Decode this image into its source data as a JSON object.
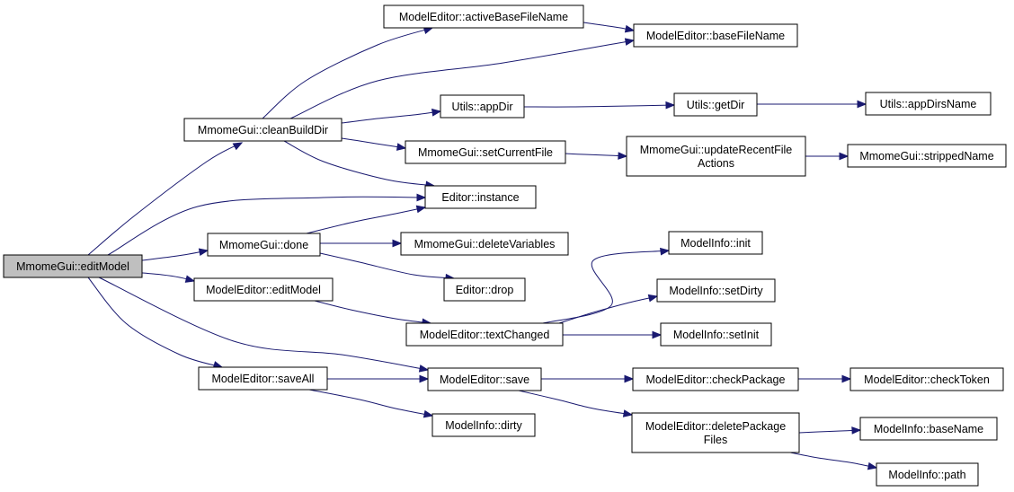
{
  "graph": {
    "nodes": [
      {
        "id": "editModelGui",
        "lines": [
          "MmomeGui::editModel"
        ],
        "root": true
      },
      {
        "id": "cleanBuildDir",
        "lines": [
          "MmomeGui::cleanBuildDir"
        ]
      },
      {
        "id": "done",
        "lines": [
          "MmomeGui::done"
        ]
      },
      {
        "id": "meEditModel",
        "lines": [
          "ModelEditor::editModel"
        ]
      },
      {
        "id": "saveAll",
        "lines": [
          "ModelEditor::saveAll"
        ]
      },
      {
        "id": "activeBaseFileName",
        "lines": [
          "ModelEditor::activeBaseFileName"
        ]
      },
      {
        "id": "baseFileName",
        "lines": [
          "ModelEditor::baseFileName"
        ]
      },
      {
        "id": "appDir",
        "lines": [
          "Utils::appDir"
        ]
      },
      {
        "id": "getDir",
        "lines": [
          "Utils::getDir"
        ]
      },
      {
        "id": "appDirsName",
        "lines": [
          "Utils::appDirsName"
        ]
      },
      {
        "id": "setCurrentFile",
        "lines": [
          "MmomeGui::setCurrentFile"
        ]
      },
      {
        "id": "updateRecent",
        "lines": [
          "MmomeGui::updateRecentFile",
          "Actions"
        ]
      },
      {
        "id": "strippedName",
        "lines": [
          "MmomeGui::strippedName"
        ]
      },
      {
        "id": "instance",
        "lines": [
          "Editor::instance"
        ]
      },
      {
        "id": "deleteVariables",
        "lines": [
          "MmomeGui::deleteVariables"
        ]
      },
      {
        "id": "drop",
        "lines": [
          "Editor::drop"
        ]
      },
      {
        "id": "init",
        "lines": [
          "ModelInfo::init"
        ]
      },
      {
        "id": "setDirty",
        "lines": [
          "ModelInfo::setDirty"
        ]
      },
      {
        "id": "textChanged",
        "lines": [
          "ModelEditor::textChanged"
        ]
      },
      {
        "id": "setInit",
        "lines": [
          "ModelInfo::setInit"
        ]
      },
      {
        "id": "save",
        "lines": [
          "ModelEditor::save"
        ]
      },
      {
        "id": "checkPackage",
        "lines": [
          "ModelEditor::checkPackage"
        ]
      },
      {
        "id": "checkToken",
        "lines": [
          "ModelEditor::checkToken"
        ]
      },
      {
        "id": "dirty",
        "lines": [
          "ModelInfo::dirty"
        ]
      },
      {
        "id": "deletePackageFiles",
        "lines": [
          "ModelEditor::deletePackage",
          "Files"
        ]
      },
      {
        "id": "baseName",
        "lines": [
          "ModelInfo::baseName"
        ]
      },
      {
        "id": "path",
        "lines": [
          "ModelInfo::path"
        ]
      }
    ],
    "edges": [
      {
        "from": "editModelGui",
        "to": "cleanBuildDir"
      },
      {
        "from": "editModelGui",
        "to": "instance"
      },
      {
        "from": "editModelGui",
        "to": "done"
      },
      {
        "from": "editModelGui",
        "to": "meEditModel"
      },
      {
        "from": "editModelGui",
        "to": "saveAll"
      },
      {
        "from": "editModelGui",
        "to": "save"
      },
      {
        "from": "cleanBuildDir",
        "to": "activeBaseFileName"
      },
      {
        "from": "cleanBuildDir",
        "to": "baseFileName"
      },
      {
        "from": "cleanBuildDir",
        "to": "appDir"
      },
      {
        "from": "cleanBuildDir",
        "to": "setCurrentFile"
      },
      {
        "from": "cleanBuildDir",
        "to": "instance"
      },
      {
        "from": "activeBaseFileName",
        "to": "baseFileName"
      },
      {
        "from": "appDir",
        "to": "getDir"
      },
      {
        "from": "getDir",
        "to": "appDirsName"
      },
      {
        "from": "setCurrentFile",
        "to": "updateRecent"
      },
      {
        "from": "updateRecent",
        "to": "strippedName"
      },
      {
        "from": "done",
        "to": "instance"
      },
      {
        "from": "done",
        "to": "deleteVariables"
      },
      {
        "from": "done",
        "to": "drop"
      },
      {
        "from": "meEditModel",
        "to": "textChanged"
      },
      {
        "from": "textChanged",
        "to": "init"
      },
      {
        "from": "textChanged",
        "to": "setDirty"
      },
      {
        "from": "textChanged",
        "to": "setInit"
      },
      {
        "from": "saveAll",
        "to": "save"
      },
      {
        "from": "saveAll",
        "to": "dirty"
      },
      {
        "from": "save",
        "to": "checkPackage"
      },
      {
        "from": "save",
        "to": "deletePackageFiles"
      },
      {
        "from": "checkPackage",
        "to": "checkToken"
      },
      {
        "from": "deletePackageFiles",
        "to": "baseName"
      },
      {
        "from": "deletePackageFiles",
        "to": "path"
      }
    ]
  },
  "colors": {
    "edge": "#191970",
    "node_border": "#000000",
    "node_fill": "#ffffff",
    "root_fill": "#bfbfbf"
  }
}
